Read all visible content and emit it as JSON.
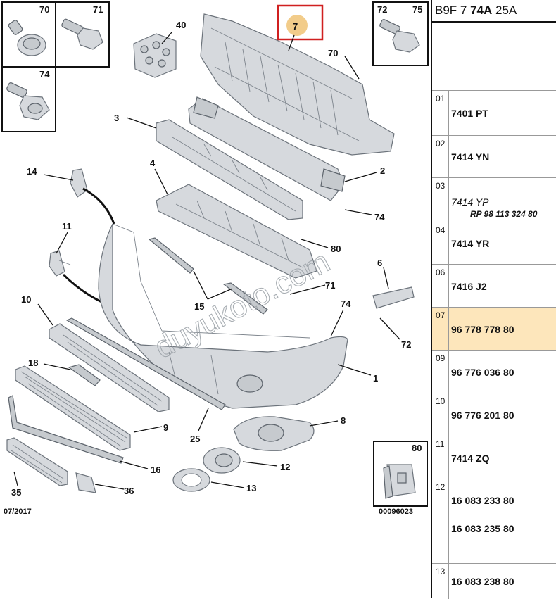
{
  "header": {
    "code_prefix": "B9F 7 ",
    "code_bold": "74A",
    "code_suffix": " 25A"
  },
  "colors": {
    "highlight": "#d02020",
    "selected_row": "#fde6bb",
    "badge": "#f2cc8a"
  },
  "diagram": {
    "date": "07/2017",
    "ref_number": "00096023",
    "watermark": "duyukoto.com",
    "inset_labels": {
      "a": "70",
      "b": "71",
      "c": "74",
      "d": "72",
      "e": "75",
      "f": "80"
    },
    "callouts": {
      "c7": "7",
      "c40": "40",
      "c70": "70",
      "c3": "3",
      "c2": "2",
      "c74a": "74",
      "c14": "14",
      "c4": "4",
      "c80": "80",
      "c11": "11",
      "c6": "6",
      "c71": "71",
      "c15": "15",
      "c10": "10",
      "c74b": "74",
      "c72": "72",
      "c1": "1",
      "c18": "18",
      "c9": "9",
      "c25": "25",
      "c8": "8",
      "c16": "16",
      "c12": "12",
      "c35": "35",
      "c36": "36",
      "c13": "13"
    }
  },
  "table": {
    "rows": [
      {
        "num": "01",
        "lines": [
          "7401 PT"
        ]
      },
      {
        "num": "02",
        "lines": [
          "7414 YN"
        ]
      },
      {
        "num": "03",
        "lines": [
          "7414 YP",
          "RP 98 113 324 80"
        ]
      },
      {
        "num": "04",
        "lines": [
          "7414 YR"
        ]
      },
      {
        "num": "06",
        "lines": [
          "7416 J2"
        ]
      },
      {
        "num": "07",
        "lines": [
          "96 778 778 80"
        ],
        "selected": true
      },
      {
        "num": "09",
        "lines": [
          "96 776 036 80"
        ]
      },
      {
        "num": "10",
        "lines": [
          "96 776 201 80"
        ]
      },
      {
        "num": "11",
        "lines": [
          "7414 ZQ"
        ]
      },
      {
        "num": "12",
        "lines": [
          "16 083 233 80",
          "16 083 235 80"
        ]
      },
      {
        "num": "13",
        "lines": [
          "16 083 238 80"
        ]
      }
    ]
  }
}
